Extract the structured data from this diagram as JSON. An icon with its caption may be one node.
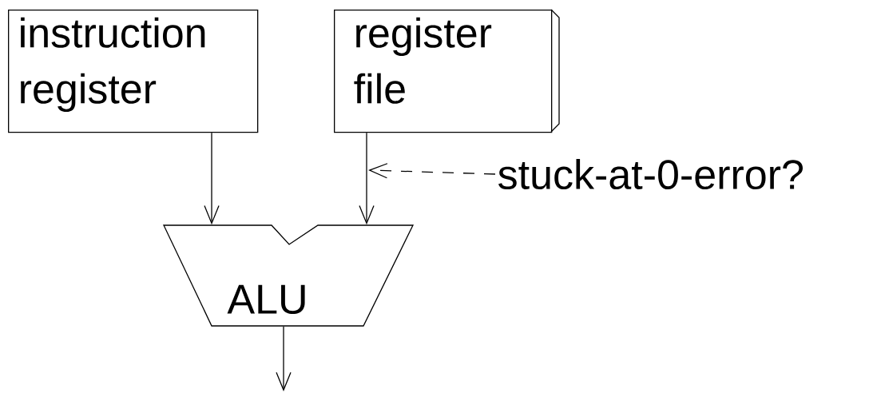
{
  "diagram": {
    "nodes": [
      {
        "text": [
          "instruction register"
        ]
      },
      {
        "text": [
          "register file"
        ]
      },
      {
        "text": [
          "ALU"
        ]
      },
      {
        "text": [
          "stuck-at-0-error?"
        ]
      }
    ],
    "edges": [
      {
        "from": 0,
        "to": 2,
        "arrow": "to"
      },
      {
        "from": 1,
        "to": 2,
        "arrow": "to"
      },
      {
        "from": 2,
        "to": null,
        "arrow": "to"
      },
      {
        "from": 3,
        "to": null,
        "arrow": "to",
        "style": "dashed"
      }
    ]
  }
}
